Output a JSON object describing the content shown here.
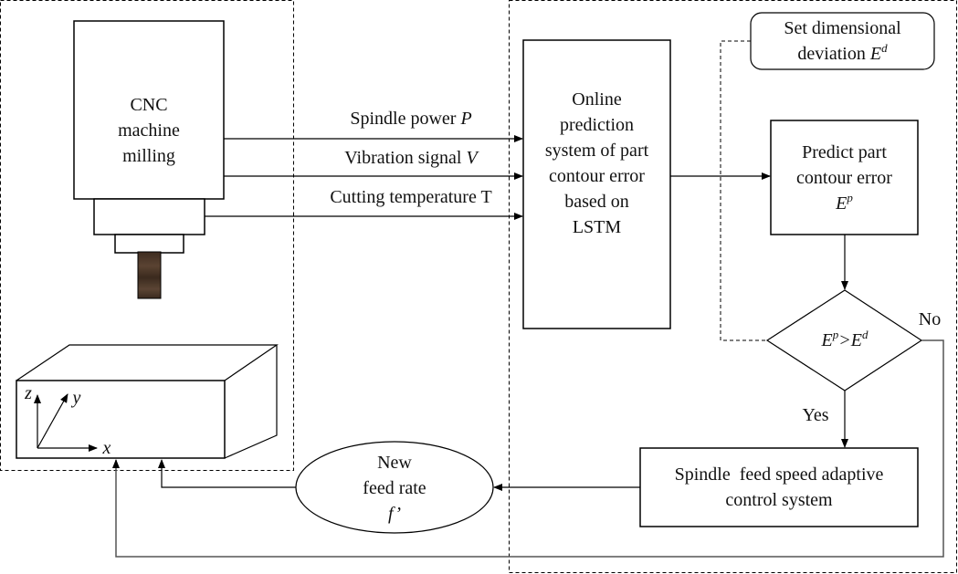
{
  "machine": {
    "lines": [
      "CNC",
      "machine",
      "milling"
    ]
  },
  "signals": [
    {
      "text": "Spindle power ",
      "var": "P"
    },
    {
      "text": "Vibration signal ",
      "var": "V"
    },
    {
      "text": "Cutting temperature T",
      "var": ""
    }
  ],
  "axes": {
    "x": "x",
    "y": "y",
    "z": "z"
  },
  "prediction_system": {
    "lines": [
      "Online",
      "prediction",
      "system of part",
      "contour error",
      "based on",
      "LSTM"
    ]
  },
  "set_deviation": {
    "line1": "Set dimensional",
    "line2": "deviation ",
    "symbol": "E",
    "sup": "d"
  },
  "predict_error": {
    "lines": [
      "Predict part",
      "contour error"
    ],
    "symbol": "E",
    "sup": "p"
  },
  "decision": {
    "left": "E",
    "left_sup": "p",
    "op": ">",
    "right": "E",
    "right_sup": "d",
    "no_label": "No",
    "yes_label": "Yes"
  },
  "adaptive_control": {
    "lines": [
      "Spindle  feed speed adaptive",
      "control system"
    ]
  },
  "feed_rate": {
    "lines": [
      "New",
      "feed rate"
    ],
    "symbol": "f’"
  },
  "colors": {
    "line": "#000000",
    "tool": "#4a3527",
    "grey_line": "#6e6e6e"
  }
}
